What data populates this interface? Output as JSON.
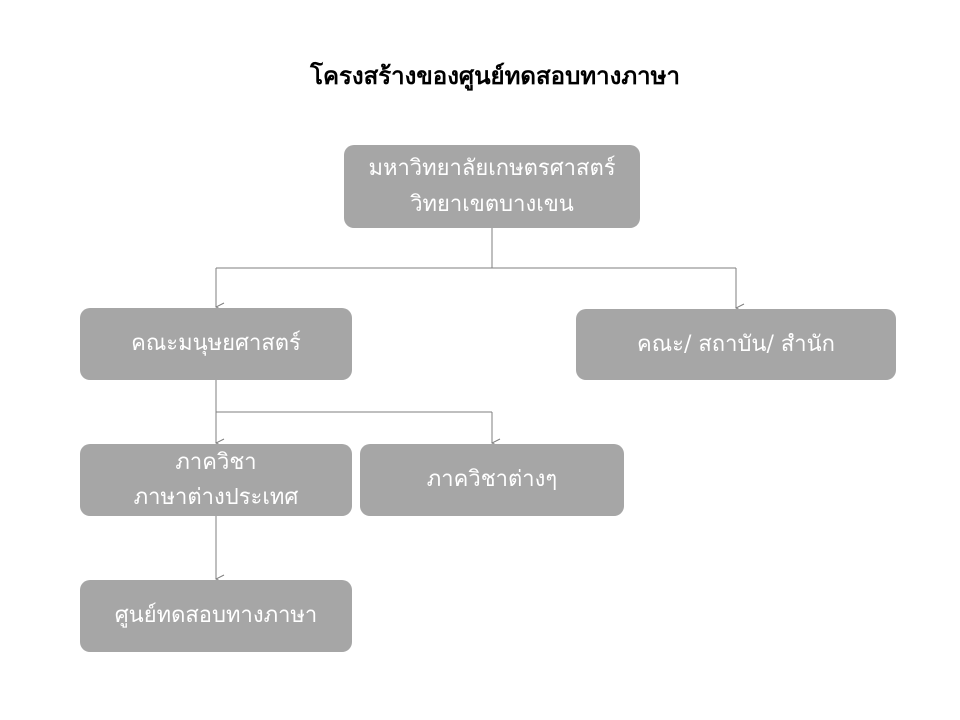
{
  "title": "โครงสร้างของศูนย์ทดสอบทางภาษา",
  "nodes": {
    "university": {
      "lines": [
        "มหาวิทยาลัยเกษตรศาสตร์",
        "วิทยาเขตบางเขน"
      ]
    },
    "humanities": {
      "lines": [
        "คณะมนุษยศาสตร์"
      ]
    },
    "faculties": {
      "lines": [
        "คณะ/ สถาบัน/ สำนัก"
      ]
    },
    "foreign_languages": {
      "lines": [
        "ภาควิชา",
        "ภาษาต่างประเทศ"
      ]
    },
    "departments": {
      "lines": [
        "ภาควิชาต่างๆ"
      ]
    },
    "testing_center": {
      "lines": [
        "ศูนย์ทดสอบทางภาษา"
      ]
    }
  },
  "colors": {
    "node_fill": "#a6a6a6",
    "node_text": "#ffffff",
    "connector": "#7f7f7f"
  }
}
